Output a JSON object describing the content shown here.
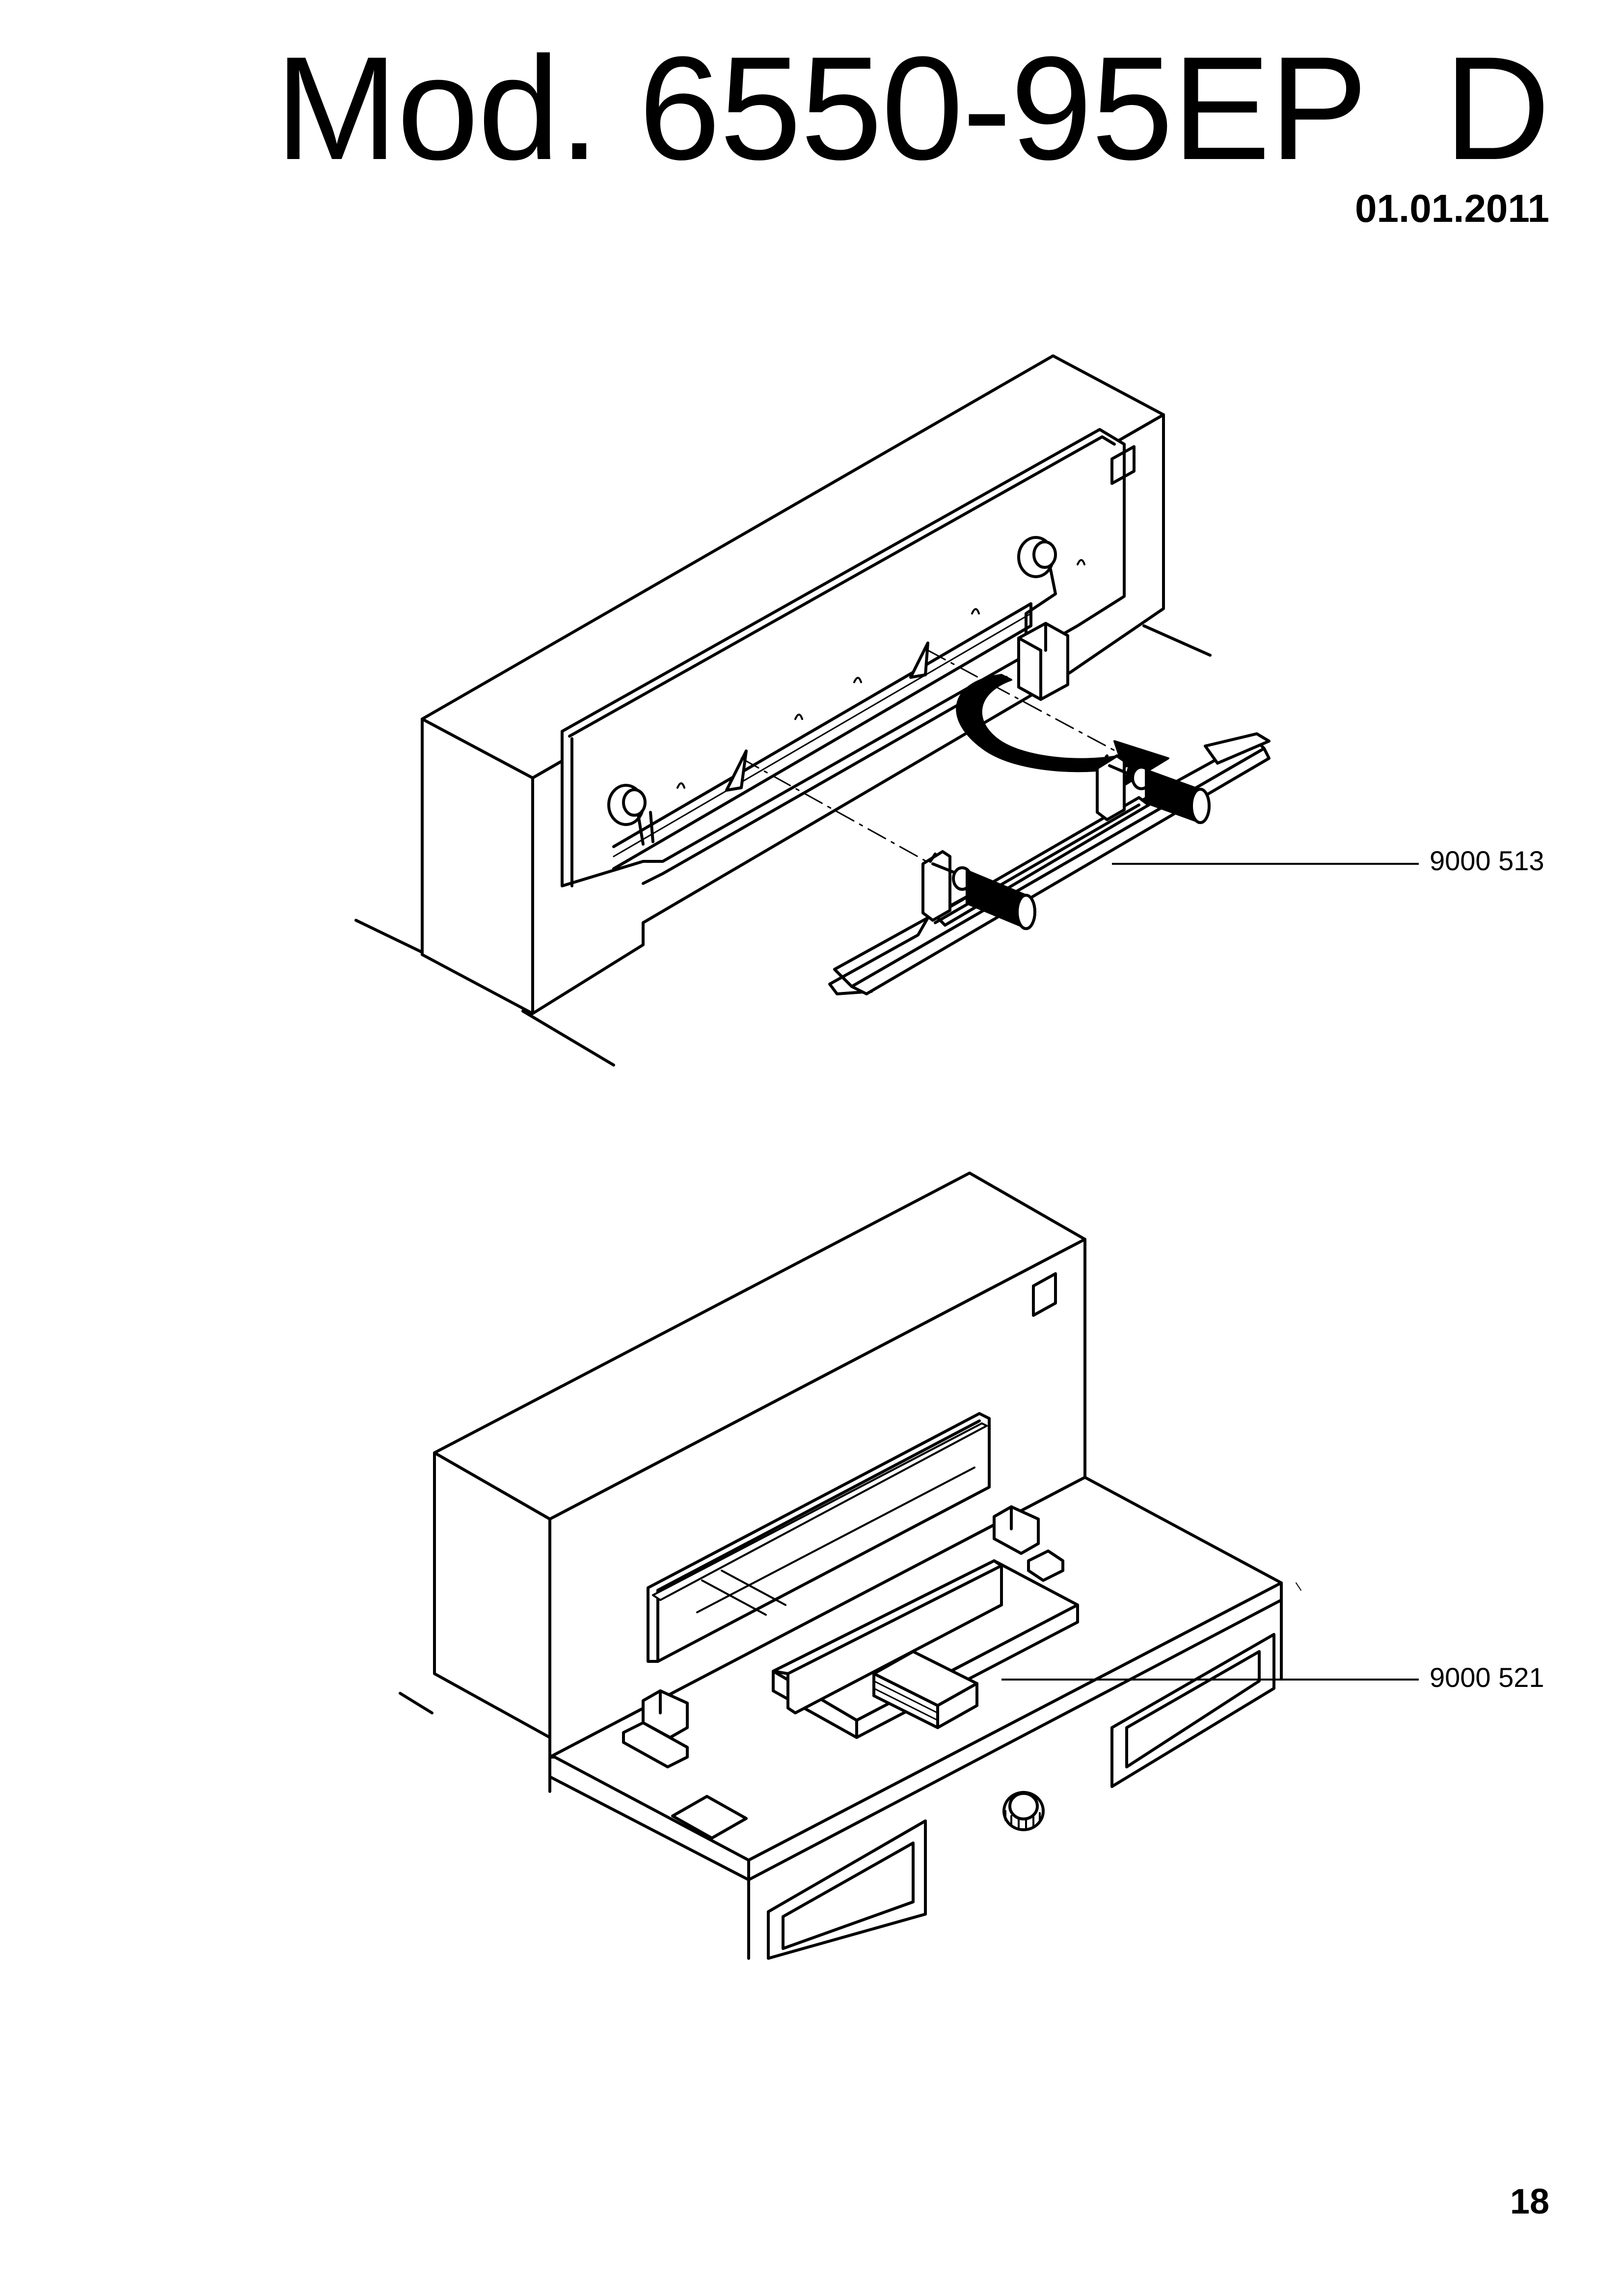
{
  "header": {
    "title": "Mod. 6550-95EP  D",
    "date": "01.01.2011"
  },
  "figures": [
    {
      "part_number": "9000 513"
    },
    {
      "part_number": "9000 521"
    }
  ],
  "footer": {
    "page_number": "18"
  }
}
